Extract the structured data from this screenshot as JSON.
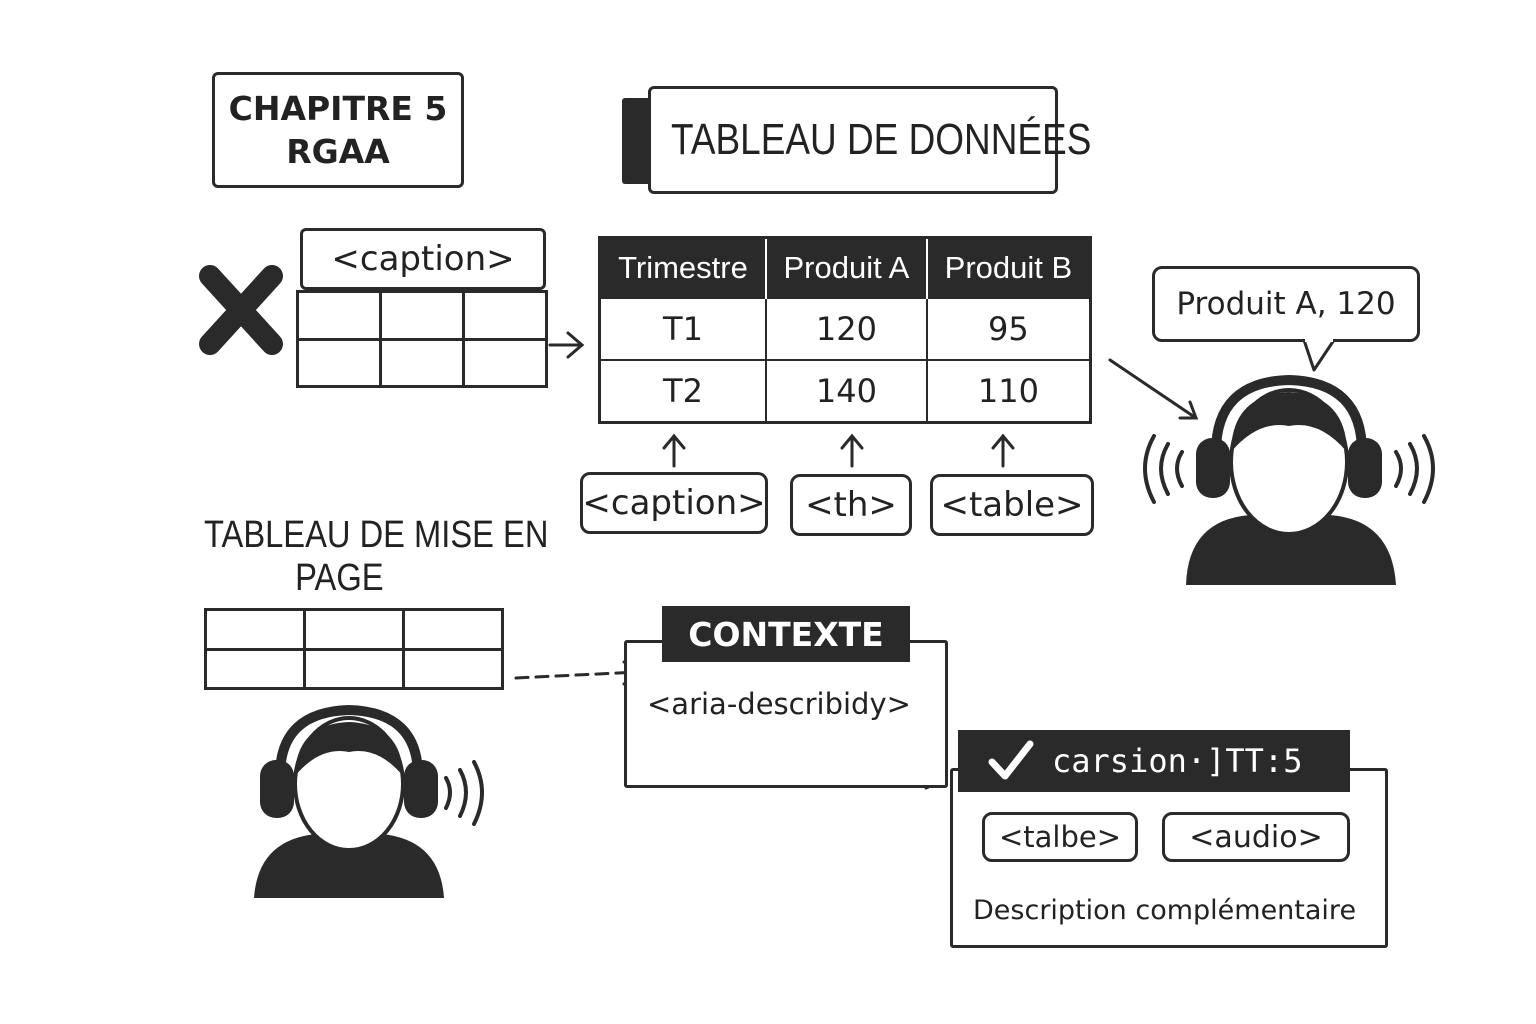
{
  "chapter": {
    "line1": "CHAPITRE 5",
    "line2": "RGAA"
  },
  "data_table_title": "TABLEAU DE DONNÉES",
  "caption_tag_top": "<caption>",
  "table": {
    "headers": [
      "Trimestre",
      "Produit A",
      "Produit B"
    ],
    "rows": [
      [
        "T1",
        "120",
        "95"
      ],
      [
        "T2",
        "140",
        "110"
      ]
    ]
  },
  "tags": {
    "caption": "<caption>",
    "th": "<th>",
    "table": "<table>"
  },
  "speech": "Produit A, 120",
  "layout_table_title": {
    "line1": "TABLEAU DE MISE EN",
    "line2": "PAGE"
  },
  "context": {
    "title": "CONTEXTE",
    "attr": "<aria-describidy>"
  },
  "version": {
    "title": "carsion·]TT:5",
    "tag1": "<talbe>",
    "tag2": "<audio>",
    "description": "Description complémentaire"
  },
  "colors": {
    "ink": "#2a2a2a",
    "background": "#ffffff"
  }
}
